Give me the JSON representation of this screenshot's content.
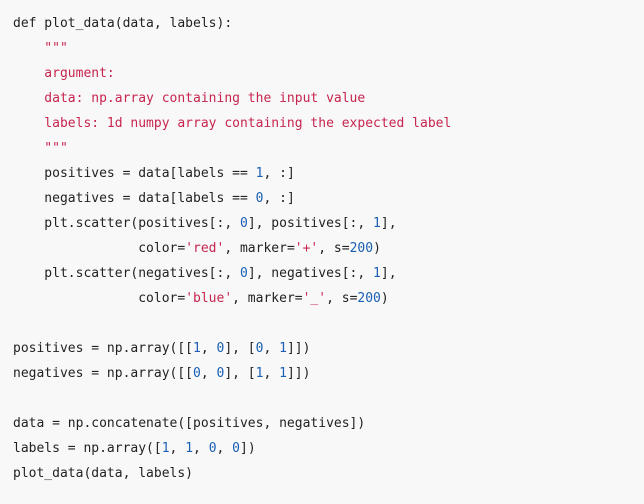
{
  "colors": {
    "background": "#f8f8f8",
    "plain": "#222222",
    "string": "#c7254e",
    "number": "#1a5fb4"
  },
  "code_lines": [
    [
      {
        "t": "def plot_data(data, labels):",
        "k": "plain"
      }
    ],
    [
      {
        "t": "    \"\"\"",
        "k": "string"
      }
    ],
    [
      {
        "t": "    argument:",
        "k": "string"
      }
    ],
    [
      {
        "t": "    data: np.array containing the input value",
        "k": "string"
      }
    ],
    [
      {
        "t": "    labels: 1d numpy array containing the expected label",
        "k": "string"
      }
    ],
    [
      {
        "t": "    \"\"\"",
        "k": "string"
      }
    ],
    [
      {
        "t": "    positives = data[labels == ",
        "k": "plain"
      },
      {
        "t": "1",
        "k": "number"
      },
      {
        "t": ", :]",
        "k": "plain"
      }
    ],
    [
      {
        "t": "    negatives = data[labels == ",
        "k": "plain"
      },
      {
        "t": "0",
        "k": "number"
      },
      {
        "t": ", :]",
        "k": "plain"
      }
    ],
    [
      {
        "t": "    plt.scatter(positives[:, ",
        "k": "plain"
      },
      {
        "t": "0",
        "k": "number"
      },
      {
        "t": "], positives[:, ",
        "k": "plain"
      },
      {
        "t": "1",
        "k": "number"
      },
      {
        "t": "],",
        "k": "plain"
      }
    ],
    [
      {
        "t": "                color=",
        "k": "plain"
      },
      {
        "t": "'red'",
        "k": "string"
      },
      {
        "t": ", marker=",
        "k": "plain"
      },
      {
        "t": "'+'",
        "k": "string"
      },
      {
        "t": ", s=",
        "k": "plain"
      },
      {
        "t": "200",
        "k": "number"
      },
      {
        "t": ")",
        "k": "plain"
      }
    ],
    [
      {
        "t": "    plt.scatter(negatives[:, ",
        "k": "plain"
      },
      {
        "t": "0",
        "k": "number"
      },
      {
        "t": "], negatives[:, ",
        "k": "plain"
      },
      {
        "t": "1",
        "k": "number"
      },
      {
        "t": "],",
        "k": "plain"
      }
    ],
    [
      {
        "t": "                color=",
        "k": "plain"
      },
      {
        "t": "'blue'",
        "k": "string"
      },
      {
        "t": ", marker=",
        "k": "plain"
      },
      {
        "t": "'_'",
        "k": "string"
      },
      {
        "t": ", s=",
        "k": "plain"
      },
      {
        "t": "200",
        "k": "number"
      },
      {
        "t": ")",
        "k": "plain"
      }
    ],
    [],
    [
      {
        "t": "positives = np.array([[",
        "k": "plain"
      },
      {
        "t": "1",
        "k": "number"
      },
      {
        "t": ", ",
        "k": "plain"
      },
      {
        "t": "0",
        "k": "number"
      },
      {
        "t": "], [",
        "k": "plain"
      },
      {
        "t": "0",
        "k": "number"
      },
      {
        "t": ", ",
        "k": "plain"
      },
      {
        "t": "1",
        "k": "number"
      },
      {
        "t": "]])",
        "k": "plain"
      }
    ],
    [
      {
        "t": "negatives = np.array([[",
        "k": "plain"
      },
      {
        "t": "0",
        "k": "number"
      },
      {
        "t": ", ",
        "k": "plain"
      },
      {
        "t": "0",
        "k": "number"
      },
      {
        "t": "], [",
        "k": "plain"
      },
      {
        "t": "1",
        "k": "number"
      },
      {
        "t": ", ",
        "k": "plain"
      },
      {
        "t": "1",
        "k": "number"
      },
      {
        "t": "]])",
        "k": "plain"
      }
    ],
    [],
    [
      {
        "t": "data = np.concatenate([positives, negatives])",
        "k": "plain"
      }
    ],
    [
      {
        "t": "labels = np.array([",
        "k": "plain"
      },
      {
        "t": "1",
        "k": "number"
      },
      {
        "t": ", ",
        "k": "plain"
      },
      {
        "t": "1",
        "k": "number"
      },
      {
        "t": ", ",
        "k": "plain"
      },
      {
        "t": "0",
        "k": "number"
      },
      {
        "t": ", ",
        "k": "plain"
      },
      {
        "t": "0",
        "k": "number"
      },
      {
        "t": "])",
        "k": "plain"
      }
    ],
    [
      {
        "t": "plot_data(data, labels)",
        "k": "plain"
      }
    ]
  ]
}
